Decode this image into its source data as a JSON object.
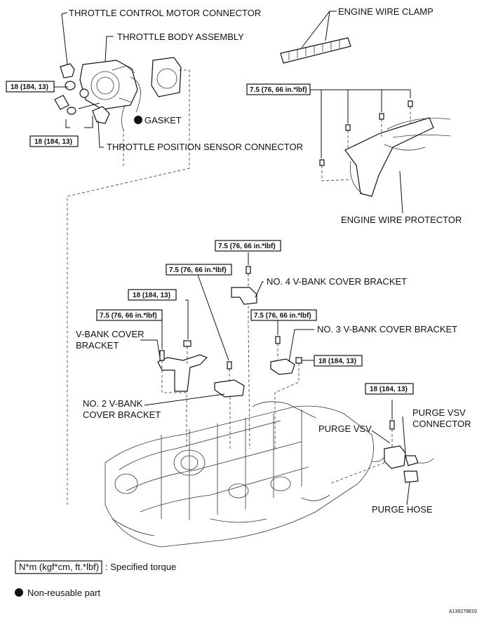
{
  "labels": {
    "throttle_control_motor_connector": "THROTTLE CONTROL MOTOR CONNECTOR",
    "throttle_body_assembly": "THROTTLE BODY ASSEMBLY",
    "gasket": "GASKET",
    "throttle_position_sensor_connector": "THROTTLE POSITION SENSOR CONNECTOR",
    "engine_wire_clamp": "ENGINE WIRE CLAMP",
    "engine_wire_protector": "ENGINE WIRE PROTECTOR",
    "no4_vbank_cover_bracket": "NO. 4 V-BANK COVER BRACKET",
    "no3_vbank_cover_bracket": "NO. 3 V-BANK COVER BRACKET",
    "vbank_cover_bracket_line1": "V-BANK COVER",
    "vbank_cover_bracket_line2": "BRACKET",
    "no2_vbank_line1": "NO. 2 V-BANK",
    "no2_vbank_line2": "COVER BRACKET",
    "purge_vsv": "PURGE VSV",
    "purge_vsv_connector_line1": "PURGE VSV",
    "purge_vsv_connector_line2": "CONNECTOR",
    "purge_hose": "PURGE HOSE"
  },
  "torques": {
    "tb_left": "18 (184, 13)",
    "tb_bottom": "18 (184, 13)",
    "protector": "7.5 (76, 66 in.*lbf)",
    "no4": "7.5 (76, 66 in.*lbf)",
    "no2": "7.5 (76, 66 in.*lbf)",
    "vbank_upper": "18 (184, 13)",
    "vbank_lower": "7.5 (76, 66 in.*lbf)",
    "no3_top": "7.5 (76, 66 in.*lbf)",
    "no3_right": "18 (184, 13)",
    "purge": "18 (184, 13)"
  },
  "legend": {
    "torque_symbol": "N*m (kgf*cm, ft.*lbf)",
    "torque_text": ": Specified torque",
    "nonreusable_text": "Non-reusable part"
  },
  "figure_code": "A138278E02"
}
